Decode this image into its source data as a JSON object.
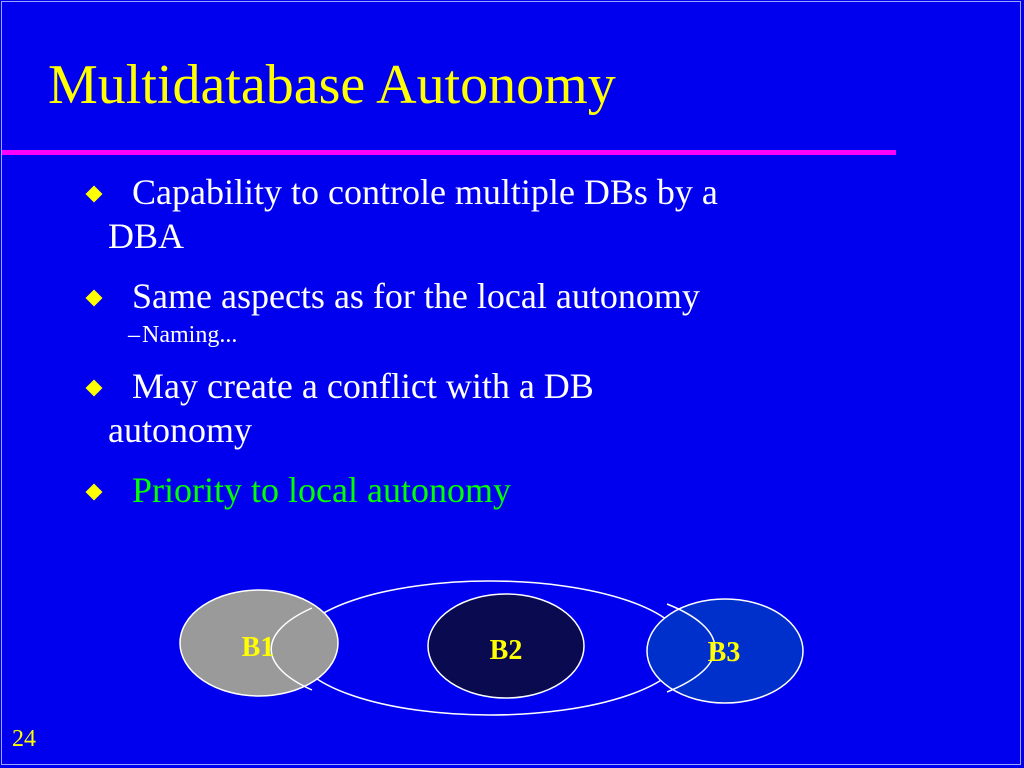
{
  "slide": {
    "title": "Multidatabase Autonomy",
    "page_number": "24",
    "bullets": [
      {
        "line1": "Capability to  controle multiple  DBs by a",
        "line2": "DBA"
      },
      {
        "line1": "Same aspects as for the local autonomy",
        "line2": ""
      },
      {
        "line1": "May create a conflict with a DB",
        "line2": "autonomy"
      },
      {
        "line1": "Priority to local autonomy",
        "line2": ""
      }
    ],
    "sub_bullet": {
      "dash": "–",
      "text": "Naming..."
    },
    "diagram": {
      "labels": [
        "B1",
        "B2",
        "B3"
      ]
    }
  },
  "colors": {
    "background": "#0000ee",
    "title": "#ffff00",
    "rule": "#ff00ff",
    "highlight_bullet": "#00ff00",
    "b1_fill": "#9a9a9a",
    "b2_fill": "#0a0a50",
    "b3_fill": "#0030cc"
  }
}
